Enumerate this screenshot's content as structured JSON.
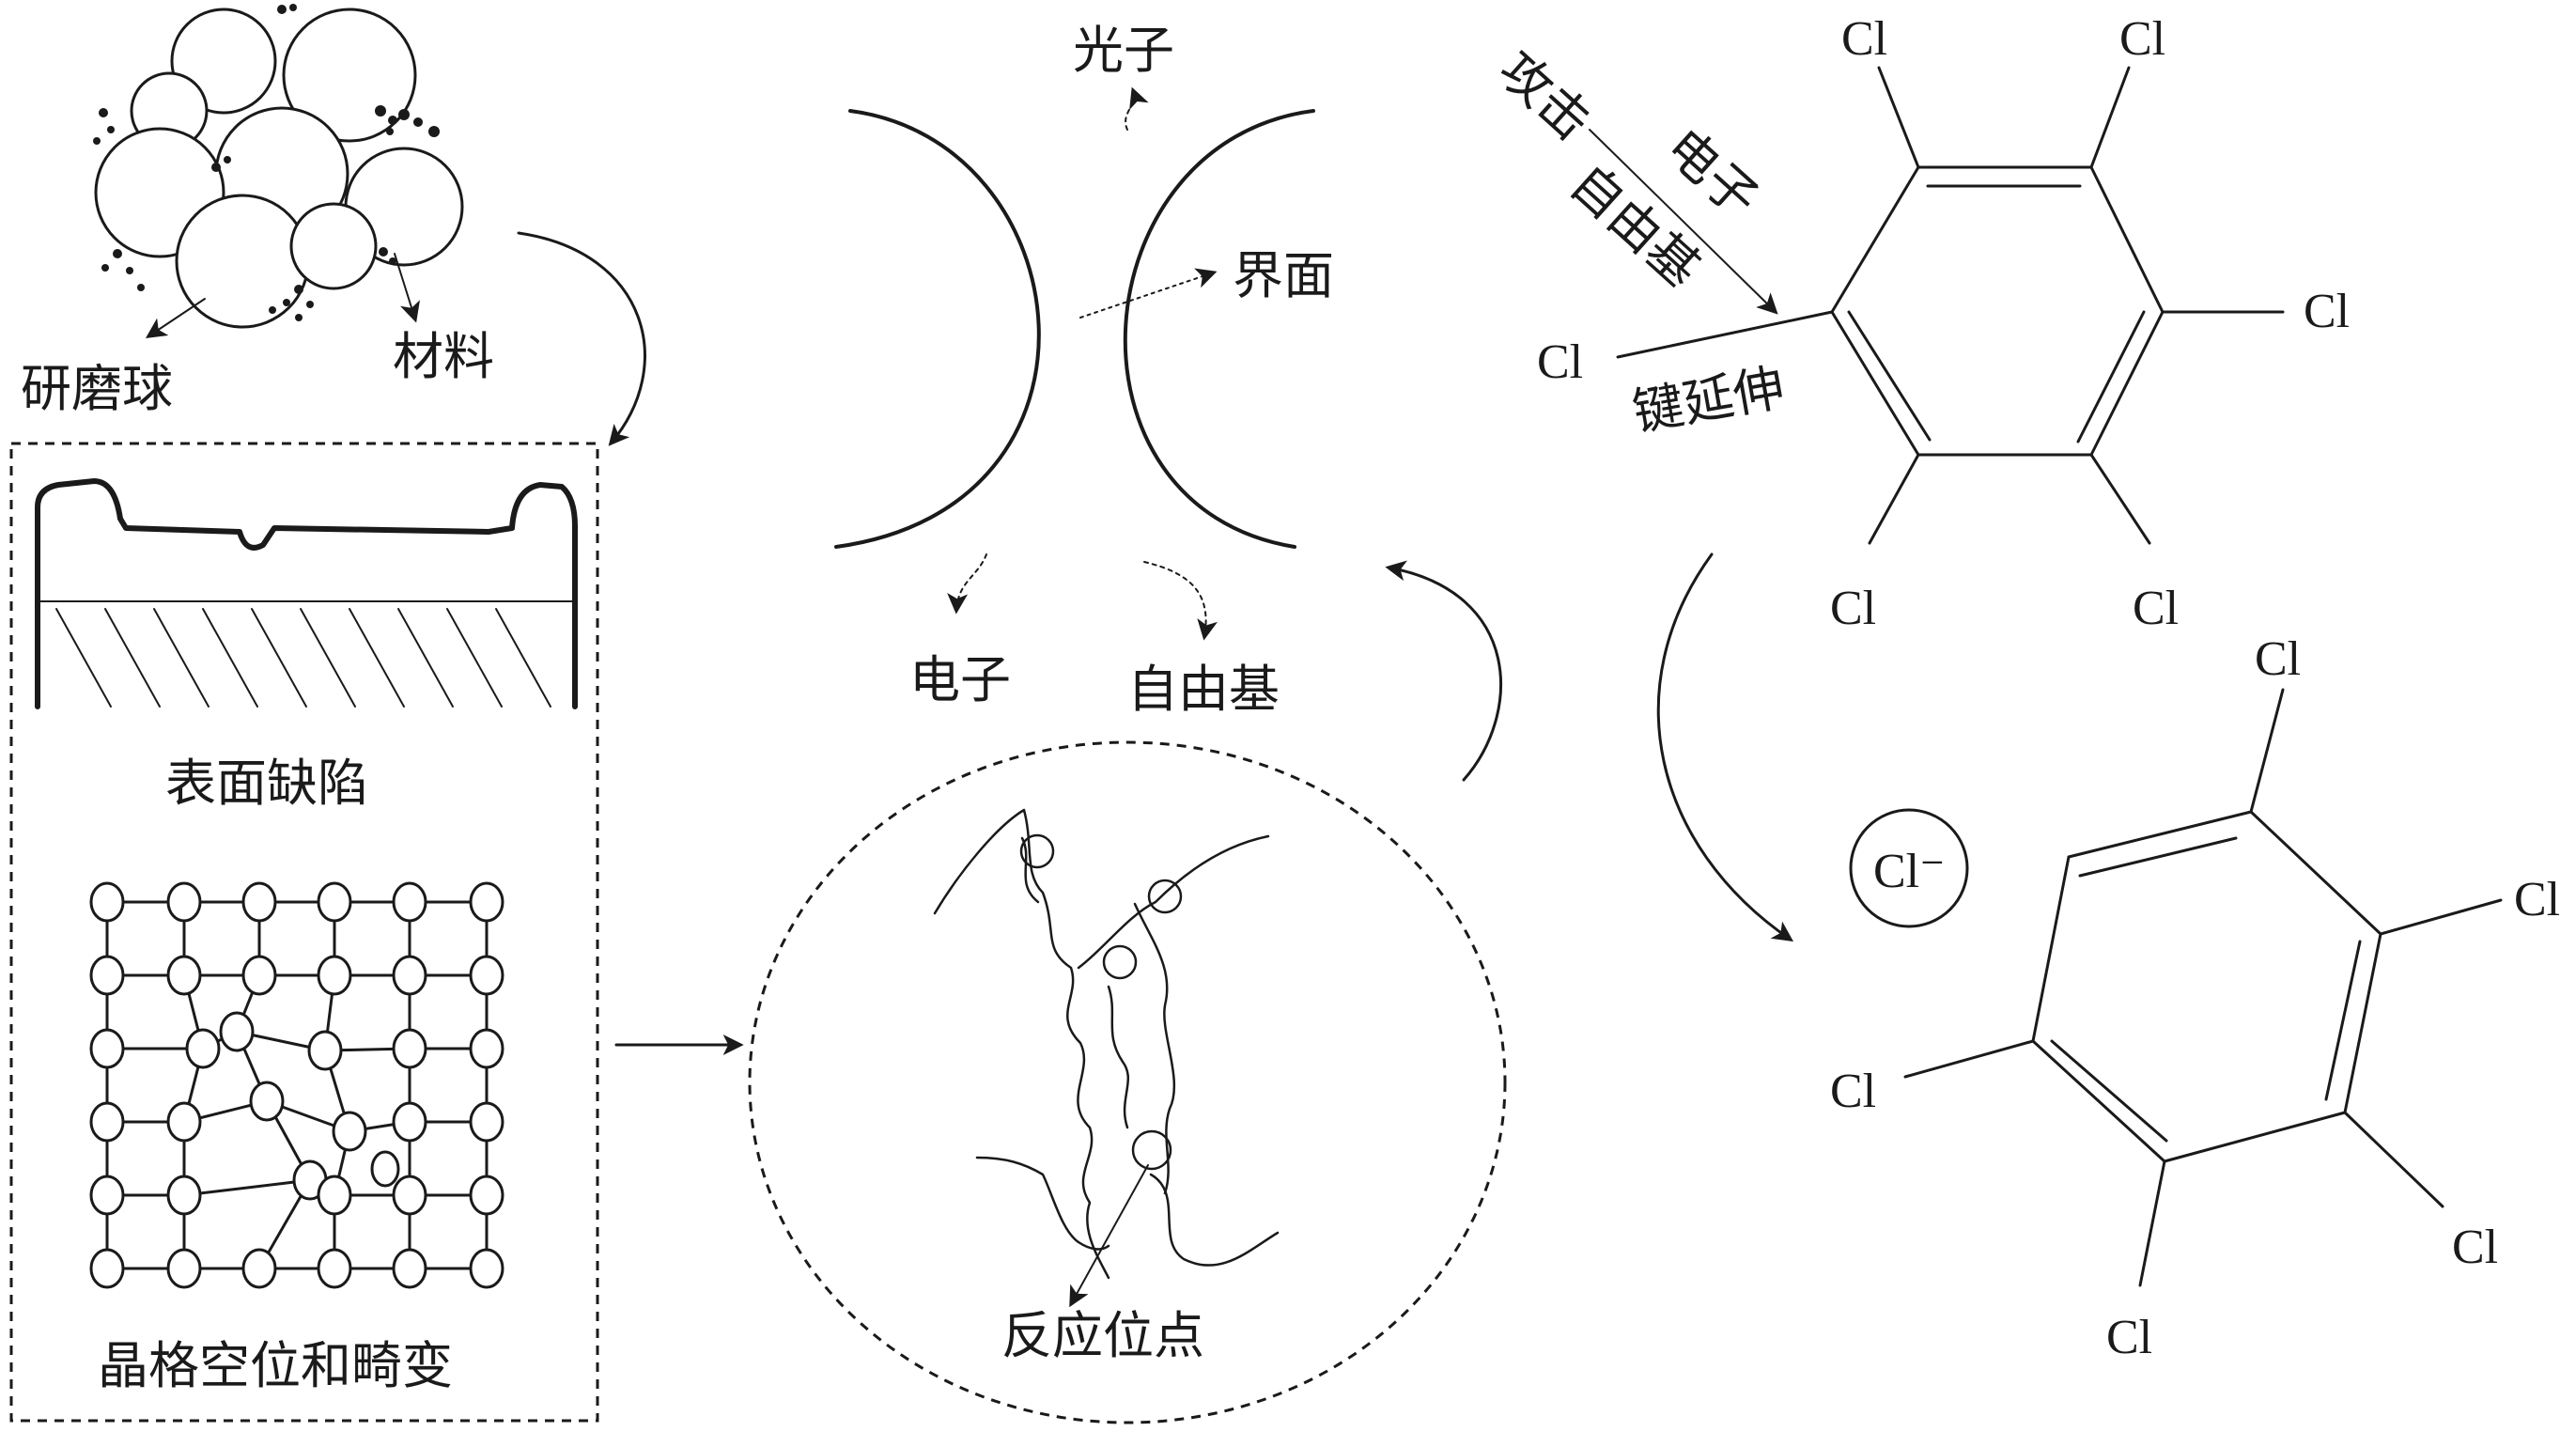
{
  "mill": {
    "ball_label": "研磨球",
    "material_label": "材料"
  },
  "defects": {
    "surface_label": "表面缺陷",
    "lattice_label": "晶格空位和畸变"
  },
  "interface": {
    "photon_label": "光子",
    "interface_label": "界面",
    "electron_label": "电子",
    "radical_label": "自由基"
  },
  "sites": {
    "label": "反应位点"
  },
  "reaction": {
    "attack_label": "攻击",
    "electron_label": "电子",
    "radical_label": "自由基",
    "bond_label": "键延伸",
    "cl": "Cl",
    "chloride_ion": "Cl⁻"
  }
}
